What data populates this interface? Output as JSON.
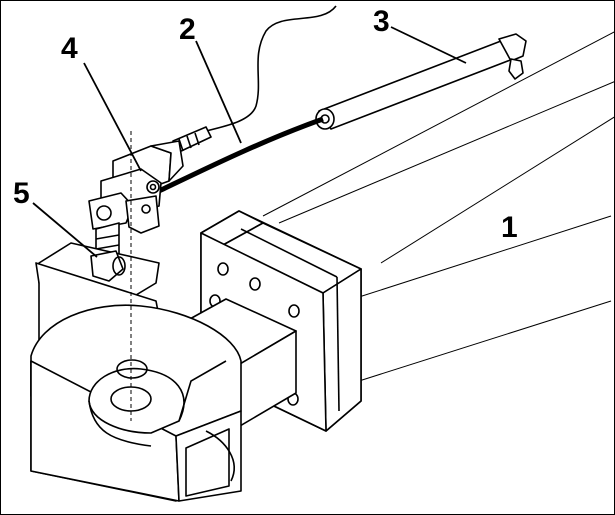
{
  "callouts": [
    {
      "id": "label-1",
      "text": "1"
    },
    {
      "id": "label-2",
      "text": "2"
    },
    {
      "id": "label-3",
      "text": "3"
    },
    {
      "id": "label-4",
      "text": "4"
    },
    {
      "id": "label-5",
      "text": "5"
    }
  ]
}
